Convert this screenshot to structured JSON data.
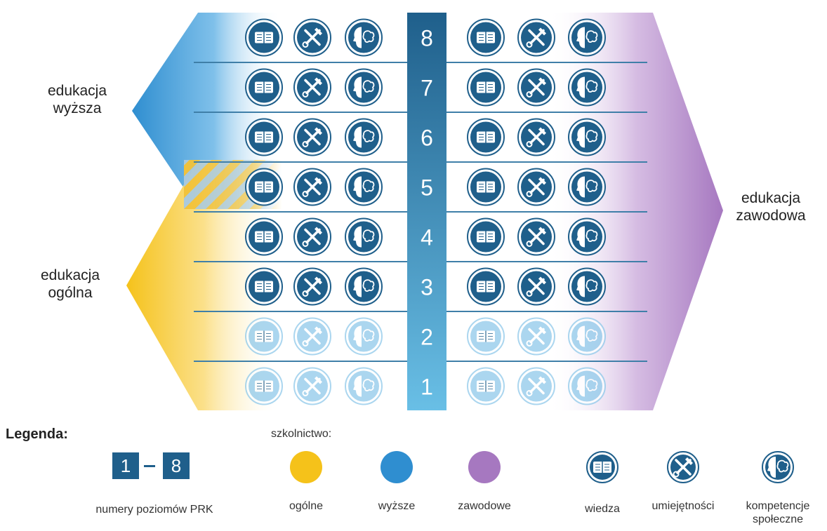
{
  "colors": {
    "general": "#f5c21a",
    "higher": "#2f8ed0",
    "vocational": "#a678c0",
    "level_dark": "#1f5f8b",
    "level_light": "#5fb6e0",
    "row_line": "#3f7fa8"
  },
  "levels": [
    "1",
    "2",
    "3",
    "4",
    "5",
    "6",
    "7",
    "8"
  ],
  "icons_per_side": [
    "book-icon",
    "tools-icon",
    "head-icon"
  ],
  "labels": {
    "higher": [
      "edukacja",
      "wyższa"
    ],
    "general": [
      "edukacja",
      "ogólna"
    ],
    "vocational": [
      "edukacja",
      "zawodowa"
    ]
  },
  "legend": {
    "title": "Legenda:",
    "range_from": "1",
    "range_to": "8",
    "range_caption": "numery poziomów PRK",
    "schooling_title": "szkolnictwo:",
    "schooling": [
      {
        "label": "ogólne",
        "color": "#f5c21a"
      },
      {
        "label": "wyższe",
        "color": "#2f8ed0"
      },
      {
        "label": "zawodowe",
        "color": "#a678c0"
      }
    ],
    "icons": [
      {
        "icon": "book-icon",
        "label": [
          "wiedza"
        ]
      },
      {
        "icon": "tools-icon",
        "label": [
          "umiejętności"
        ]
      },
      {
        "icon": "head-icon",
        "label": [
          "kompetencje",
          "społeczne"
        ]
      }
    ]
  }
}
